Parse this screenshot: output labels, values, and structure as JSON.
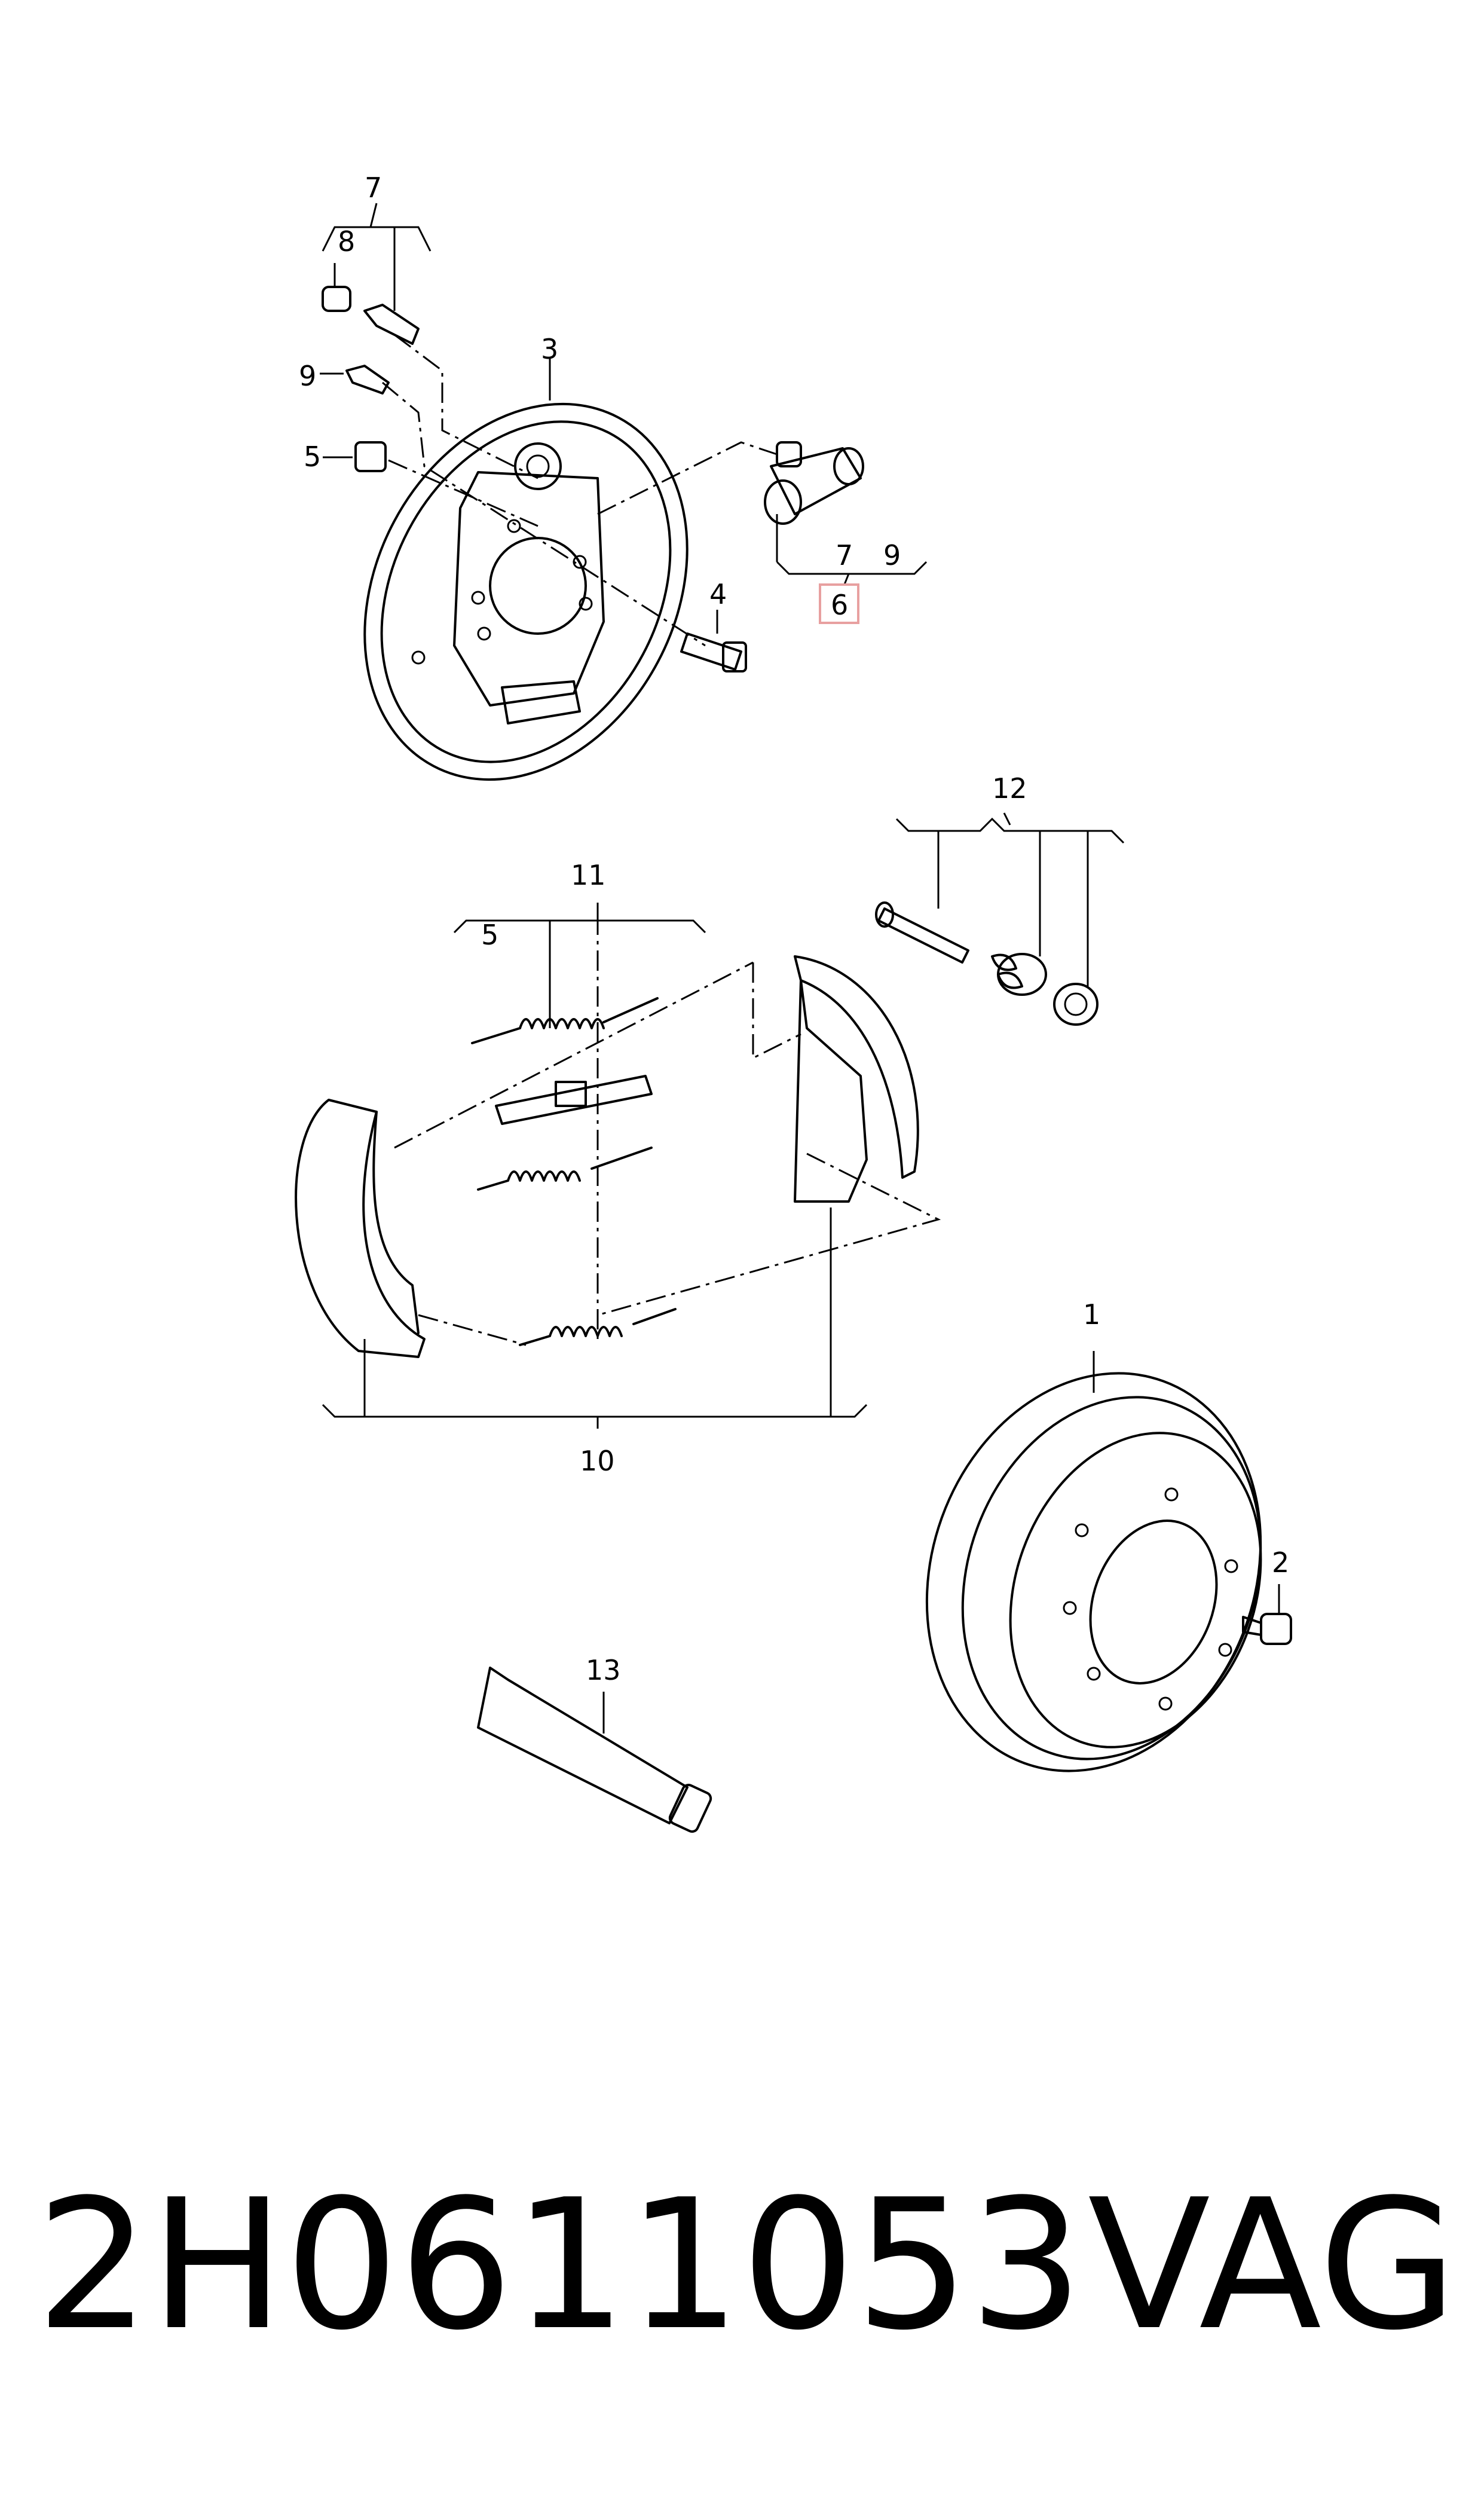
{
  "diagram": {
    "labels": {
      "l1": "1",
      "l2": "2",
      "l3": "3",
      "l4": "4",
      "l5a": "5",
      "l5b": "5",
      "l6": "6",
      "l7a": "7",
      "l7b": "7",
      "l8": "8",
      "l9a": "9",
      "l9b": "9",
      "l10": "10",
      "l11": "11",
      "l12": "12",
      "l13": "13"
    },
    "highlight_color": "#e8a0a0"
  },
  "footer": {
    "part_number": "2H0611053",
    "brand": "VAG"
  }
}
